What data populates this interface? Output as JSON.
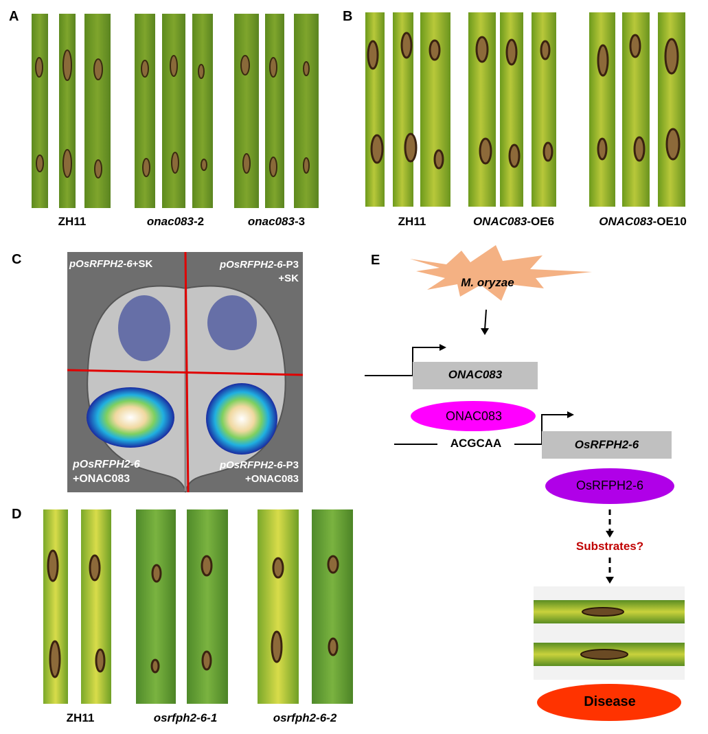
{
  "panels": {
    "A": {
      "label": "A",
      "groups": [
        {
          "italic": "",
          "rest": "ZH11"
        },
        {
          "italic": "onac083",
          "rest": "-2"
        },
        {
          "italic": "onac083",
          "rest": "-3"
        }
      ]
    },
    "B": {
      "label": "B",
      "groups": [
        {
          "italic": "",
          "rest": "ZH11"
        },
        {
          "italic": "ONAC083",
          "rest": "-OE6"
        },
        {
          "italic": "ONAC083",
          "rest": "-OE10"
        }
      ]
    },
    "C": {
      "label": "C",
      "quadrants": {
        "top_left": {
          "italic": "pOsRFPH2-6",
          "rest": "+SK"
        },
        "top_right": {
          "italic": "pOsRFPH2-6",
          "rest": "-P3",
          "line2": "+SK"
        },
        "bottom_left": {
          "italic": "pOsRFPH2-6",
          "line2": "+ONAC083"
        },
        "bottom_right": {
          "italic": "pOsRFPH2-6",
          "rest": "-P3",
          "line2": "+ONAC083"
        }
      }
    },
    "D": {
      "label": "D",
      "groups": [
        {
          "italic": "",
          "rest": "ZH11"
        },
        {
          "italic": "osrfph2-6-1",
          "rest": ""
        },
        {
          "italic": "osrfph2-6-2",
          "rest": ""
        }
      ]
    },
    "E": {
      "label": "E",
      "pathogen": "M. oryzae",
      "gene1": "ONAC083",
      "protein1": "ONAC083",
      "motif": "ACGCAA",
      "gene2": "OsRFPH2-6",
      "protein2": "OsRFPH2-6",
      "substrates": "Substrates?",
      "disease": "Disease"
    }
  },
  "colors": {
    "burst": "#f4b183",
    "gene_box": "#c0c0c0",
    "onac_ellipse": "#ff00ff",
    "rfph_ellipse": "#b000e8",
    "substrates_text": "#c00000",
    "disease_ellipse": "#ff3300",
    "red_cross": "#e00000"
  }
}
